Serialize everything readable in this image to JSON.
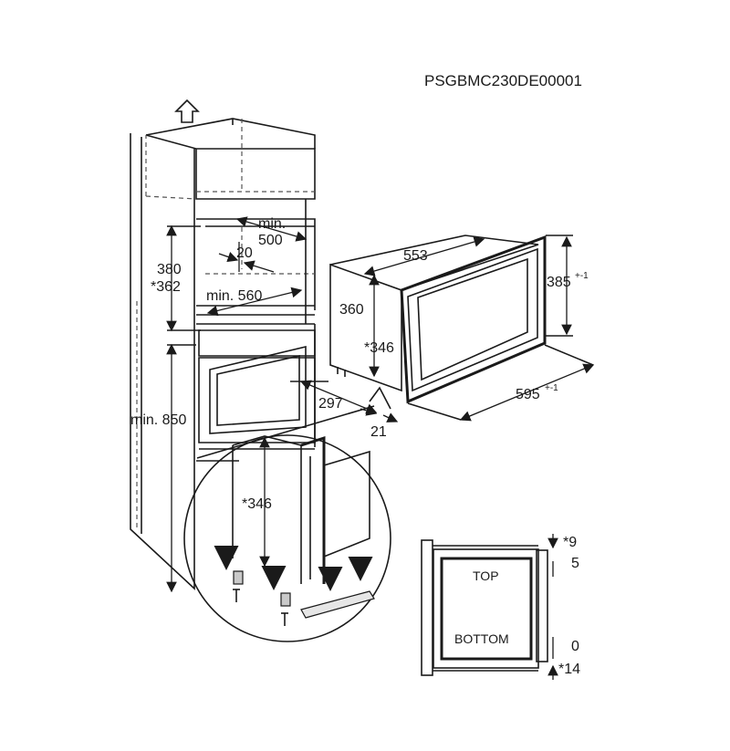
{
  "model_code": "PSGBMC230DE00001",
  "dimensions": {
    "min_500_line1": "min.",
    "min_500_line2": "500",
    "gap_20": "20",
    "h_380": "380",
    "h_362": "*362",
    "min_560": "min. 560",
    "min_850": "min. 850",
    "w_553": "553",
    "h_385": "385",
    "h_385_tol": "+-1",
    "h_360": "360",
    "h_346": "*346",
    "d_297": "297",
    "w_595": "595",
    "w_595_tol": "+-1",
    "d_21": "21",
    "detail_346": "*346"
  },
  "front_view": {
    "top_label": "TOP",
    "bottom_label": "BOTTOM",
    "top_gap": "*9",
    "top_offset": "5",
    "bottom_offset": "0",
    "bottom_gap": "*14"
  },
  "icons": [
    "up-arrow-icon",
    "down-arrow-icon",
    "screw-icon",
    "bracket-foot-icon"
  ]
}
